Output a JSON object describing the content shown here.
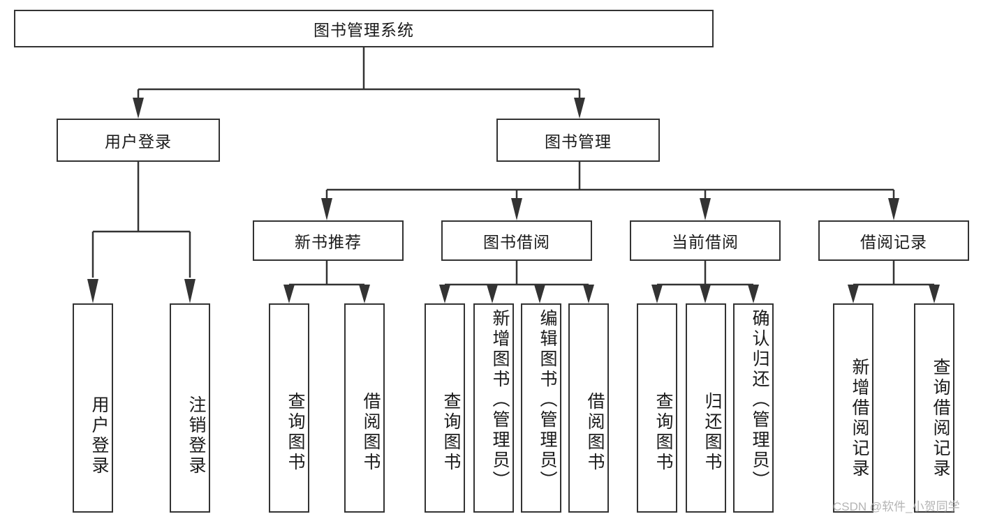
{
  "diagram": {
    "title": "图书管理系统",
    "watermark": "CSDN @软件_小贺同学",
    "colors": {
      "stroke": "#333333",
      "background": "#ffffff",
      "text": "#1a1a1a",
      "watermark": "#b4b4b4"
    },
    "root": {
      "label": "图书管理系统"
    },
    "level2": [
      {
        "label": "用户登录"
      },
      {
        "label": "图书管理"
      }
    ],
    "level3": [
      {
        "label": "新书推荐"
      },
      {
        "label": "图书借阅"
      },
      {
        "label": "当前借阅"
      },
      {
        "label": "借阅记录"
      }
    ],
    "leaves": [
      {
        "label": "用户登录",
        "parent": "用户登录"
      },
      {
        "label": "注销登录",
        "parent": "用户登录"
      },
      {
        "label": "查询图书",
        "parent": "新书推荐"
      },
      {
        "label": "借阅图书",
        "parent": "新书推荐"
      },
      {
        "label": "查询图书",
        "parent": "图书借阅"
      },
      {
        "label": "新增图书（管理员）",
        "parent": "图书借阅"
      },
      {
        "label": "编辑图书（管理员）",
        "parent": "图书借阅"
      },
      {
        "label": "借阅图书",
        "parent": "图书借阅"
      },
      {
        "label": "查询图书",
        "parent": "当前借阅"
      },
      {
        "label": "归还图书",
        "parent": "当前借阅"
      },
      {
        "label": "确认归还（管理员）",
        "parent": "当前借阅"
      },
      {
        "label": "新增借阅记录",
        "parent": "借阅记录"
      },
      {
        "label": "查询借阅记录",
        "parent": "借阅记录"
      }
    ]
  }
}
